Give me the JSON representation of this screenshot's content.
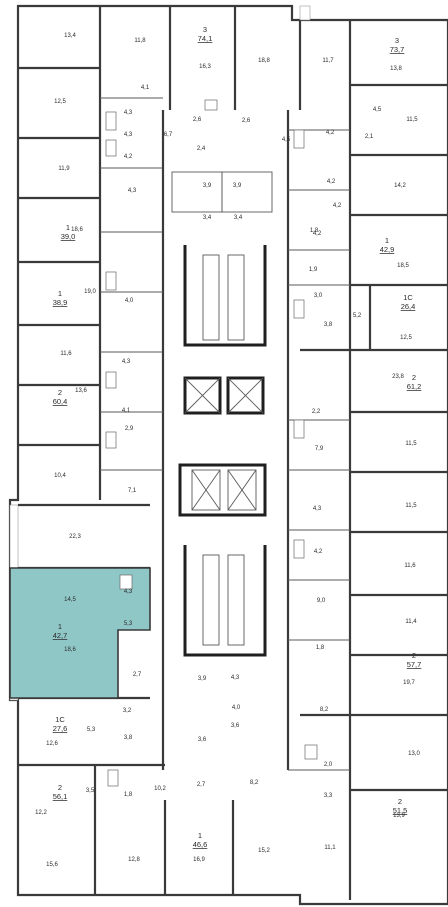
{
  "apartments": [
    {
      "id": "a1",
      "rooms": "3",
      "area": "74,1"
    },
    {
      "id": "a2",
      "rooms": "3",
      "area": "73,7"
    },
    {
      "id": "a3",
      "rooms": "1",
      "area": "39,0"
    },
    {
      "id": "a4",
      "rooms": "1",
      "area": "42,9"
    },
    {
      "id": "a5",
      "rooms": "1",
      "area": "38,9"
    },
    {
      "id": "a6",
      "rooms": "1С",
      "area": "26,4"
    },
    {
      "id": "a7",
      "rooms": "2",
      "area": "61,2"
    },
    {
      "id": "a8",
      "rooms": "2",
      "area": "60,4"
    },
    {
      "id": "a9",
      "rooms": "1",
      "area": "42,7",
      "highlighted": true
    },
    {
      "id": "a10",
      "rooms": "2",
      "area": "57,7"
    },
    {
      "id": "a11",
      "rooms": "1С",
      "area": "27,6"
    },
    {
      "id": "a12",
      "rooms": "2",
      "area": "56,1"
    },
    {
      "id": "a13",
      "rooms": "2",
      "area": "51,5"
    },
    {
      "id": "a14",
      "rooms": "1",
      "area": "46,6"
    }
  ],
  "room_areas": [
    "13,4",
    "11,8",
    "16,3",
    "18,8",
    "11,7",
    "13,8",
    "4,1",
    "12,5",
    "4,3",
    "2,6",
    "2,6",
    "6,7",
    "4,3",
    "4,2",
    "2,4",
    "4,5",
    "4,5",
    "4,2",
    "2,1",
    "11,5",
    "11,9",
    "4,2",
    "3,9",
    "3,9",
    "4,3",
    "4,2",
    "14,2",
    "18,6",
    "3,4",
    "3,4",
    "4,2",
    "1,8",
    "18,5",
    "19,0",
    "1,9",
    "3,0",
    "5,2",
    "4,0",
    "3,8",
    "12,5",
    "11,6",
    "4,3",
    "23,8",
    "13,6",
    "4,1",
    "2,2",
    "11,5",
    "2,9",
    "10,4",
    "7,9",
    "7,1",
    "11,5",
    "4,3",
    "22,3",
    "4,2",
    "11,6",
    "14,5",
    "4,3",
    "9,0",
    "5,3",
    "11,4",
    "18,6",
    "1,8",
    "2,7",
    "3,9",
    "4,3",
    "19,7",
    "3,2",
    "4,0",
    "8,2",
    "5,3",
    "3,8",
    "3,6",
    "3,6",
    "12,6",
    "2,0",
    "13,0",
    "3,3",
    "3,5",
    "1,8",
    "10,2",
    "2,7",
    "8,2",
    "12,2",
    "13,9",
    "15,6",
    "12,8",
    "16,9",
    "15,2",
    "11,1"
  ]
}
